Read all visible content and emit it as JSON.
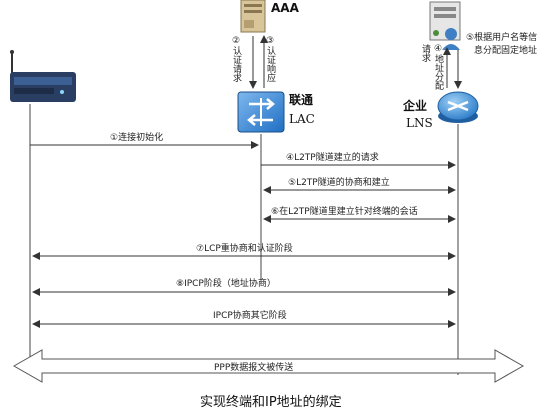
{
  "caption": "实现终端和IP地址的绑定",
  "nodes": {
    "aaa": "AAA",
    "lac_cn": "联通",
    "lac_en": "LAC",
    "lns_cn": "企业",
    "lns_en": "LNS"
  },
  "vertical_labels": {
    "step2": "②认证请求",
    "step3": "③认证响应",
    "radius_req": "请求",
    "step4b": "④地址分配",
    "step5": "⑤根据用户名等信息分配固定地址"
  },
  "messages": {
    "m1": "①连接初始化",
    "m4": "④L2TP隧道建立的请求",
    "m5": "⑤L2TP隧道的协商和建立",
    "m6": "⑥在L2TP隧道里建立针对终端的会话",
    "m7": "⑦LCP重协商和认证阶段",
    "m8": "⑧IPCP阶段（地址协商）",
    "m9": "IPCP协商其它阶段",
    "m10": "PPP数据报文被传送"
  }
}
